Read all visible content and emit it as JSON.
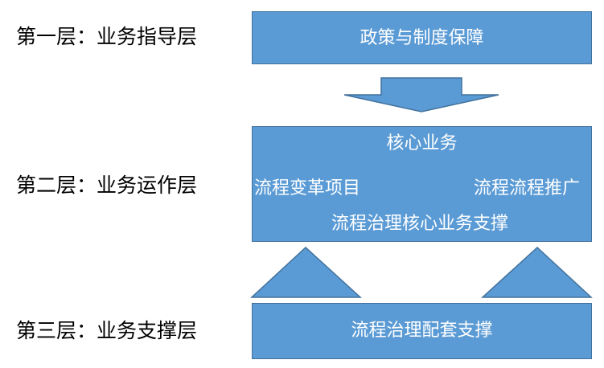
{
  "layers": [
    {
      "label": "第一层：业务指导层"
    },
    {
      "label": "第二层：业务运作层"
    },
    {
      "label": "第三层：业务支撑层"
    }
  ],
  "top_box": {
    "text": "政策与制度保障"
  },
  "middle_box": {
    "title": "核心业务",
    "left_item": "流程变革项目",
    "right_item": "流程流程推广",
    "bottom_item": "流程治理核心业务支撑"
  },
  "bottom_box": {
    "text": "流程治理配套支撑"
  },
  "colors": {
    "box_fill": "#5b9bd5",
    "box_border": "#41719c",
    "text_on_box": "#ffffff",
    "label_text": "#000000"
  }
}
